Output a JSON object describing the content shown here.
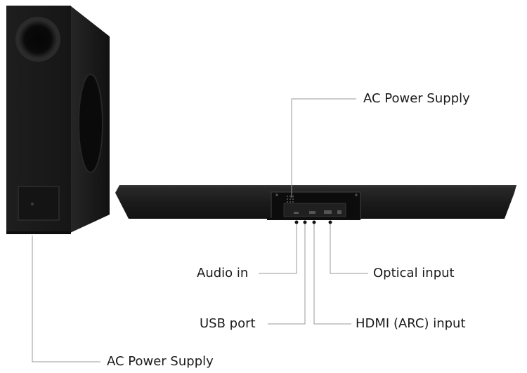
{
  "labels": {
    "ac_power_top": "AC Power Supply",
    "audio_in": "Audio in",
    "optical_input": "Optical input",
    "usb_port": "USB port",
    "hdmi_arc_input": "HDMI (ARC) input",
    "ac_power_bottom": "AC Power Supply"
  },
  "colors": {
    "background": "#ffffff",
    "device_body": "#1b1b1b",
    "device_dark": "#0f0f0f",
    "leader_line": "#9a9a9a",
    "text": "#1a1a1a"
  }
}
